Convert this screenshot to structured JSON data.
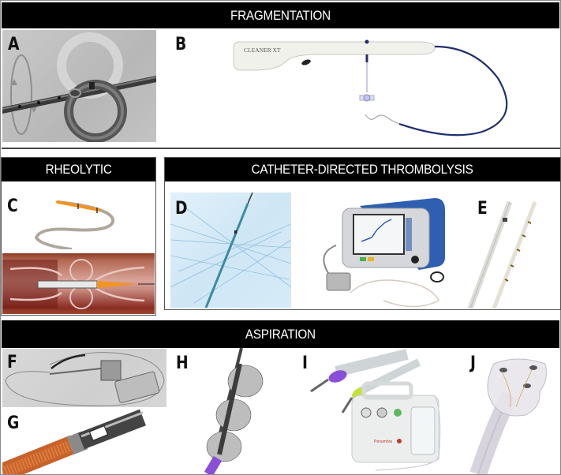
{
  "figure": {
    "sections": {
      "fragmentation": {
        "title": "FRAGMENTATION"
      },
      "rheolytic": {
        "title": "RHEOLYTIC"
      },
      "cdt": {
        "title": "CATHETER-DIRECTED THROMBOLYSIS"
      },
      "aspiration": {
        "title": "ASPIRATION"
      }
    },
    "panels": {
      "A": {
        "label": "A",
        "depicts": "pigtail rotating fragmentation catheter"
      },
      "B": {
        "label": "B",
        "depicts": "rotating wire thrombectomy device",
        "device_text": "CLEANER XT"
      },
      "C": {
        "label": "C",
        "depicts": "rheolytic thrombectomy catheter with flow illustration"
      },
      "D": {
        "label": "D",
        "depicts": "ultrasound-assisted catheter"
      },
      "E": {
        "label": "E",
        "depicts": "infusion catheters"
      },
      "F": {
        "label": "F",
        "depicts": "aspiration device (pistol grip)"
      },
      "G": {
        "label": "G",
        "depicts": "rotational aspiration catheter tip"
      },
      "H": {
        "label": "H",
        "depicts": "nitinol disc retrieval device"
      },
      "I": {
        "label": "I",
        "depicts": "aspiration catheters with pump",
        "pump_brand": "Penumbra"
      },
      "J": {
        "label": "J",
        "depicts": "funnel-tip aspiration cannula"
      }
    },
    "colors": {
      "header_bg": "#000000",
      "header_text": "#ffffff",
      "border": "#8a8a8a",
      "catheter_blue": "#1f2f6e",
      "tip_orange": "#f29422",
      "purple": "#8a4fd6",
      "lime": "#c6e03a",
      "device_blue": "#2f5fb0"
    }
  }
}
